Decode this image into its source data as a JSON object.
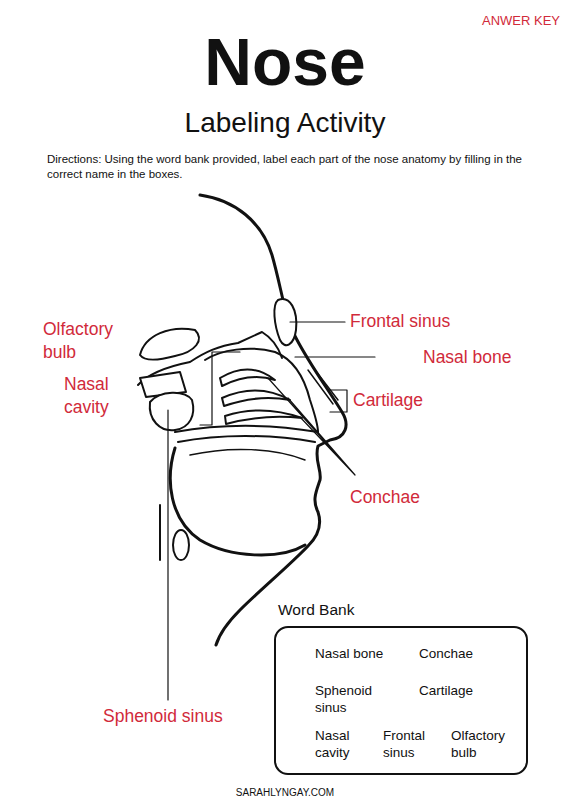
{
  "diagram": {
    "title": "Nose",
    "nodes": [
      {
        "text": [
          "Word Bank",
          "Nasal bone",
          "Conchae",
          "Sphenoid sinus",
          "Cartilage",
          "Nasal cavity",
          "Frontal sinus",
          "Olfactory bulb"
        ]
      }
    ],
    "labels": [
      "ANWER KEY",
      "Labeling Activity",
      "Directions: Using the word bank provided, label each part of the nose anatomy by filling in the correct name in the boxes.",
      "Olfactory bulb",
      "Frontal sinus",
      "Nasal bone",
      "Nasal cavity",
      "Cartilage",
      "Conchae",
      "Sphenoid sinus",
      "SARAHLYNGAY.COM"
    ]
  }
}
